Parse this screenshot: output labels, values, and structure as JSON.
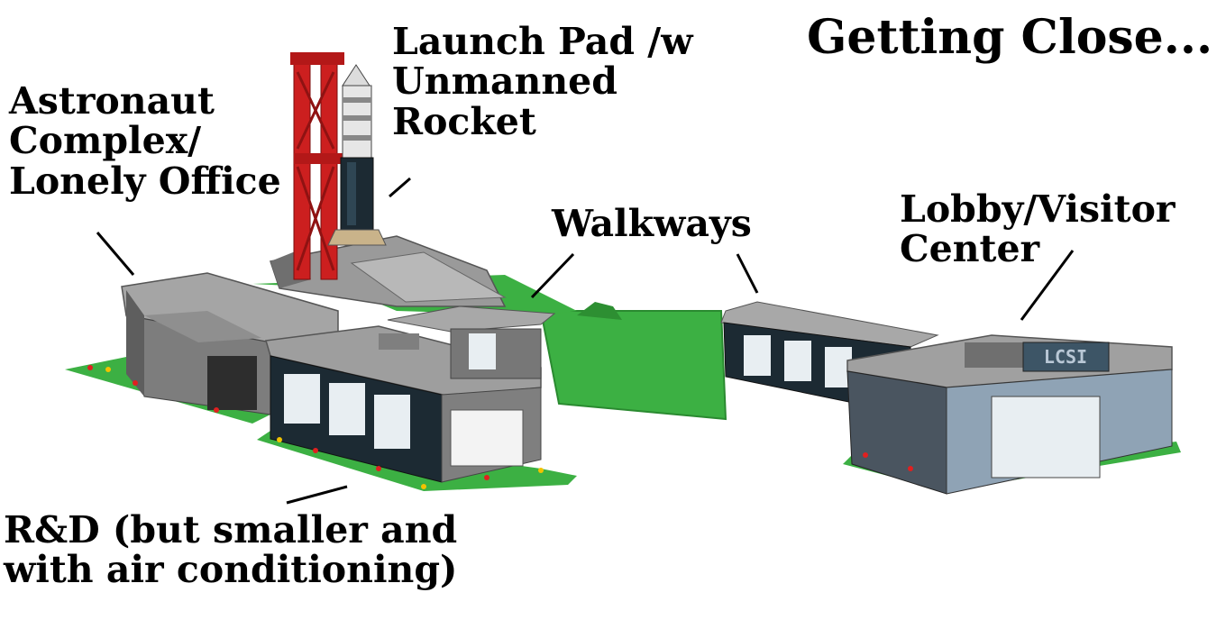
{
  "title": "Getting Close...",
  "labels": {
    "astronaut_complex": [
      "Astronaut",
      "Complex/",
      "Lonely Office"
    ],
    "launch_pad": [
      "Launch Pad /w",
      "Unmanned",
      "Rocket"
    ],
    "walkways": [
      "Walkways"
    ],
    "lobby": [
      "Lobby/Visitor",
      "Center"
    ],
    "rd": [
      "R&D (but smaller and",
      "with air conditioning)"
    ]
  },
  "sign_text": "LCSI",
  "colors": {
    "grass": "#3cb043",
    "building_gray": "#8a8a8a",
    "roof_light": "#bdbdbd",
    "window_dark": "#1c2a33",
    "tower_red": "#cc1f1f",
    "flower_red": "#e02020",
    "flower_yellow": "#f2c200"
  }
}
